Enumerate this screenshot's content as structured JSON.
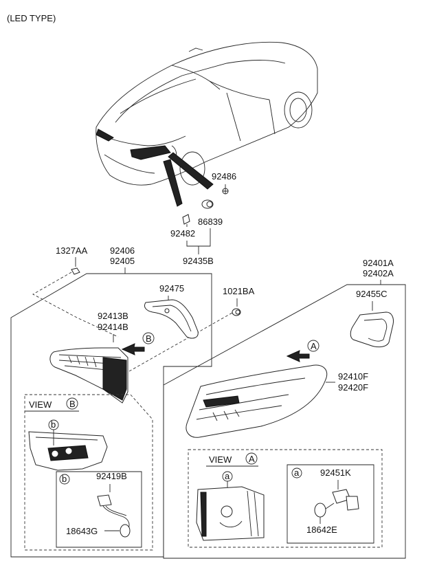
{
  "header": {
    "title": "(LED TYPE)"
  },
  "parts": {
    "p92486": "92486",
    "p86839": "86839",
    "p92482": "92482",
    "p92435B": "92435B",
    "p1327AA": "1327AA",
    "p92406": "92406",
    "p92405": "92405",
    "p92475": "92475",
    "p1021BA": "1021BA",
    "p92413B": "92413B",
    "p92414B": "92414B",
    "p92401A": "92401A",
    "p92402A": "92402A",
    "p92455C": "92455C",
    "p92410F": "92410F",
    "p92420F": "92420F",
    "p92419B": "92419B",
    "p18643G": "18643G",
    "p92451K": "92451K",
    "p18642E": "18642E"
  },
  "views": {
    "view_b_label": "VIEW",
    "view_b_letter": "B",
    "view_a_label": "VIEW",
    "view_a_letter": "A",
    "callout_b": "b",
    "callout_a": "a",
    "arrow_a": "A",
    "arrow_b": "B"
  },
  "icons": [
    "car-rear-icon",
    "bulb-socket-icon",
    "tail-lamp-icon",
    "gasket-icon",
    "screw-icon",
    "nut-icon"
  ]
}
